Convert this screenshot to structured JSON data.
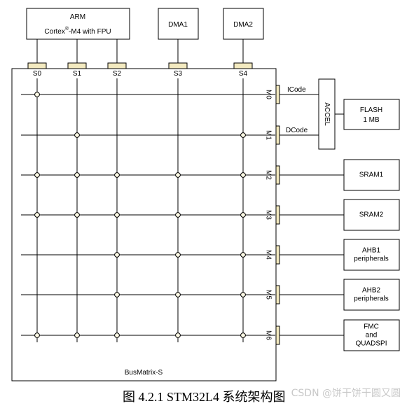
{
  "masters": {
    "arm": {
      "line1": "ARM",
      "line2_prefix": "Cortex",
      "line2_sup": "®",
      "line2_suffix": "-M4 with FPU"
    },
    "dma1": "DMA1",
    "dma2": "DMA2"
  },
  "slave_ports": [
    "S0",
    "S1",
    "S2",
    "S3",
    "S4"
  ],
  "master_ports": [
    "M0",
    "M1",
    "M2",
    "M3",
    "M4",
    "M5",
    "M6"
  ],
  "bus_labels": {
    "icode": "ICode",
    "dcode": "DCode"
  },
  "accel": "ACCEL",
  "flash": {
    "line1": "FLASH",
    "line2": "1 MB"
  },
  "targets": [
    {
      "line1": "SRAM1",
      "line2": ""
    },
    {
      "line1": "SRAM2",
      "line2": ""
    },
    {
      "line1": "AHB1",
      "line2": "peripherals"
    },
    {
      "line1": "AHB2",
      "line2": "peripherals"
    },
    {
      "line1": "FMC",
      "line2": "and",
      "line3": "QUADSPI"
    }
  ],
  "busmatrix_label": "BusMatrix-S",
  "connections": [
    [
      "M0",
      [
        "S0"
      ]
    ],
    [
      "M1",
      [
        "S1",
        "S4"
      ]
    ],
    [
      "M2",
      [
        "S0",
        "S1",
        "S2",
        "S3",
        "S4"
      ]
    ],
    [
      "M3",
      [
        "S0",
        "S1",
        "S2",
        "S3",
        "S4"
      ]
    ],
    [
      "M4",
      [
        "S2",
        "S3",
        "S4"
      ]
    ],
    [
      "M5",
      [
        "S2",
        "S3",
        "S4"
      ]
    ],
    [
      "M6",
      [
        "S0",
        "S1",
        "S2",
        "S3",
        "S4"
      ]
    ]
  ],
  "caption": "图 4.2.1 STM32L4 系统架构图",
  "watermark": "CSDN @饼干饼干圆又圆",
  "colors": {
    "port_fill": "#f3eac0",
    "line": "#000000",
    "node_fill": "#fffbe6"
  }
}
